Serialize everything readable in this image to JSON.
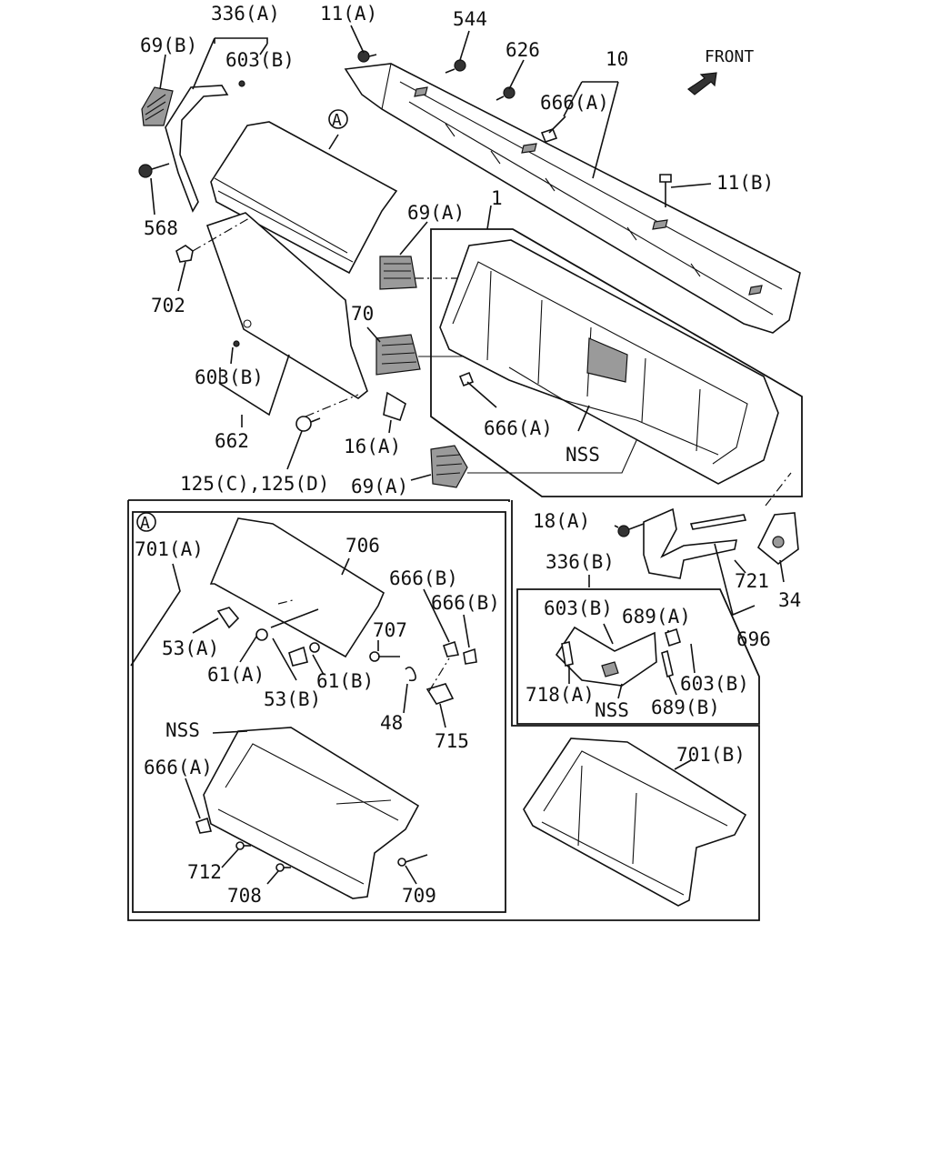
{
  "front_label": "FRONT",
  "callouts": {
    "A_marker_top": "A",
    "A_marker_box": "A"
  },
  "labels": {
    "l_336A": "336(A)",
    "l_11A": "11(A)",
    "l_544": "544",
    "l_626": "626",
    "l_10": "10",
    "l_69B": "69(B)",
    "l_603B_top": "603(B)",
    "l_666A_top": "666(A)",
    "l_11B": "11(B)",
    "l_568": "568",
    "l_69A_top": "69(A)",
    "l_1": "1",
    "l_702": "702",
    "l_70": "70",
    "l_603B_mid": "603(B)",
    "l_666A_mid": "666(A)",
    "l_NSS_top": "NSS",
    "l_662": "662",
    "l_16A": "16(A)",
    "l_125": "125(C),125(D)",
    "l_69A_bot": "69(A)",
    "l_701A": "701(A)",
    "l_706": "706",
    "l_666B_1": "666(B)",
    "l_666B_2": "666(B)",
    "l_707": "707",
    "l_53A": "53(A)",
    "l_61A": "61(A)",
    "l_61B": "61(B)",
    "l_53B": "53(B)",
    "l_48": "48",
    "l_715": "715",
    "l_NSS_box": "NSS",
    "l_666A_box": "666(A)",
    "l_712": "712",
    "l_708": "708",
    "l_709": "709",
    "l_18A": "18(A)",
    "l_336B": "336(B)",
    "l_721": "721",
    "l_34": "34",
    "l_696": "696",
    "l_603B_r1": "603(B)",
    "l_689A": "689(A)",
    "l_718A": "718(A)",
    "l_NSS_r": "NSS",
    "l_603B_r2": "603(B)",
    "l_689B": "689(B)",
    "l_701B": "701(B)"
  }
}
